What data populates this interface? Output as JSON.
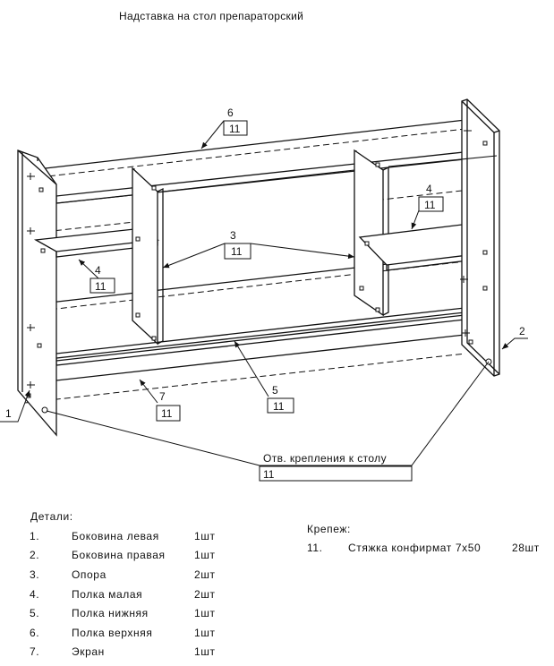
{
  "title": "Надставка на стол препараторский",
  "callouts": [
    {
      "num": "1"
    },
    {
      "num": "2"
    },
    {
      "num": "3",
      "ref": "11"
    },
    {
      "num": "4",
      "ref": "11"
    },
    {
      "num": "4",
      "ref": "11"
    },
    {
      "num": "5",
      "ref": "11"
    },
    {
      "num": "6",
      "ref": "11"
    },
    {
      "num": "7",
      "ref": "11"
    }
  ],
  "mount_holes": {
    "label": "Отв. крепления к столу",
    "ref": "11"
  },
  "details": {
    "heading": "Детали:",
    "rows": [
      {
        "n": "1.",
        "name": "Боковина левая",
        "qty": "1шт"
      },
      {
        "n": "2.",
        "name": "Боковина правая",
        "qty": "1шт"
      },
      {
        "n": "3.",
        "name": "Опора",
        "qty": "2шт"
      },
      {
        "n": "4.",
        "name": "Полка малая",
        "qty": "2шт"
      },
      {
        "n": "5.",
        "name": "Полка нижняя",
        "qty": "1шт"
      },
      {
        "n": "6.",
        "name": "Полка верхняя",
        "qty": "1шт"
      },
      {
        "n": "7.",
        "name": "Экран",
        "qty": "1шт"
      }
    ]
  },
  "fasteners": {
    "heading": "Крепеж:",
    "rows": [
      {
        "n": "11.",
        "name": "Стяжка конфирмат 7х50",
        "qty": "28шт"
      }
    ]
  }
}
